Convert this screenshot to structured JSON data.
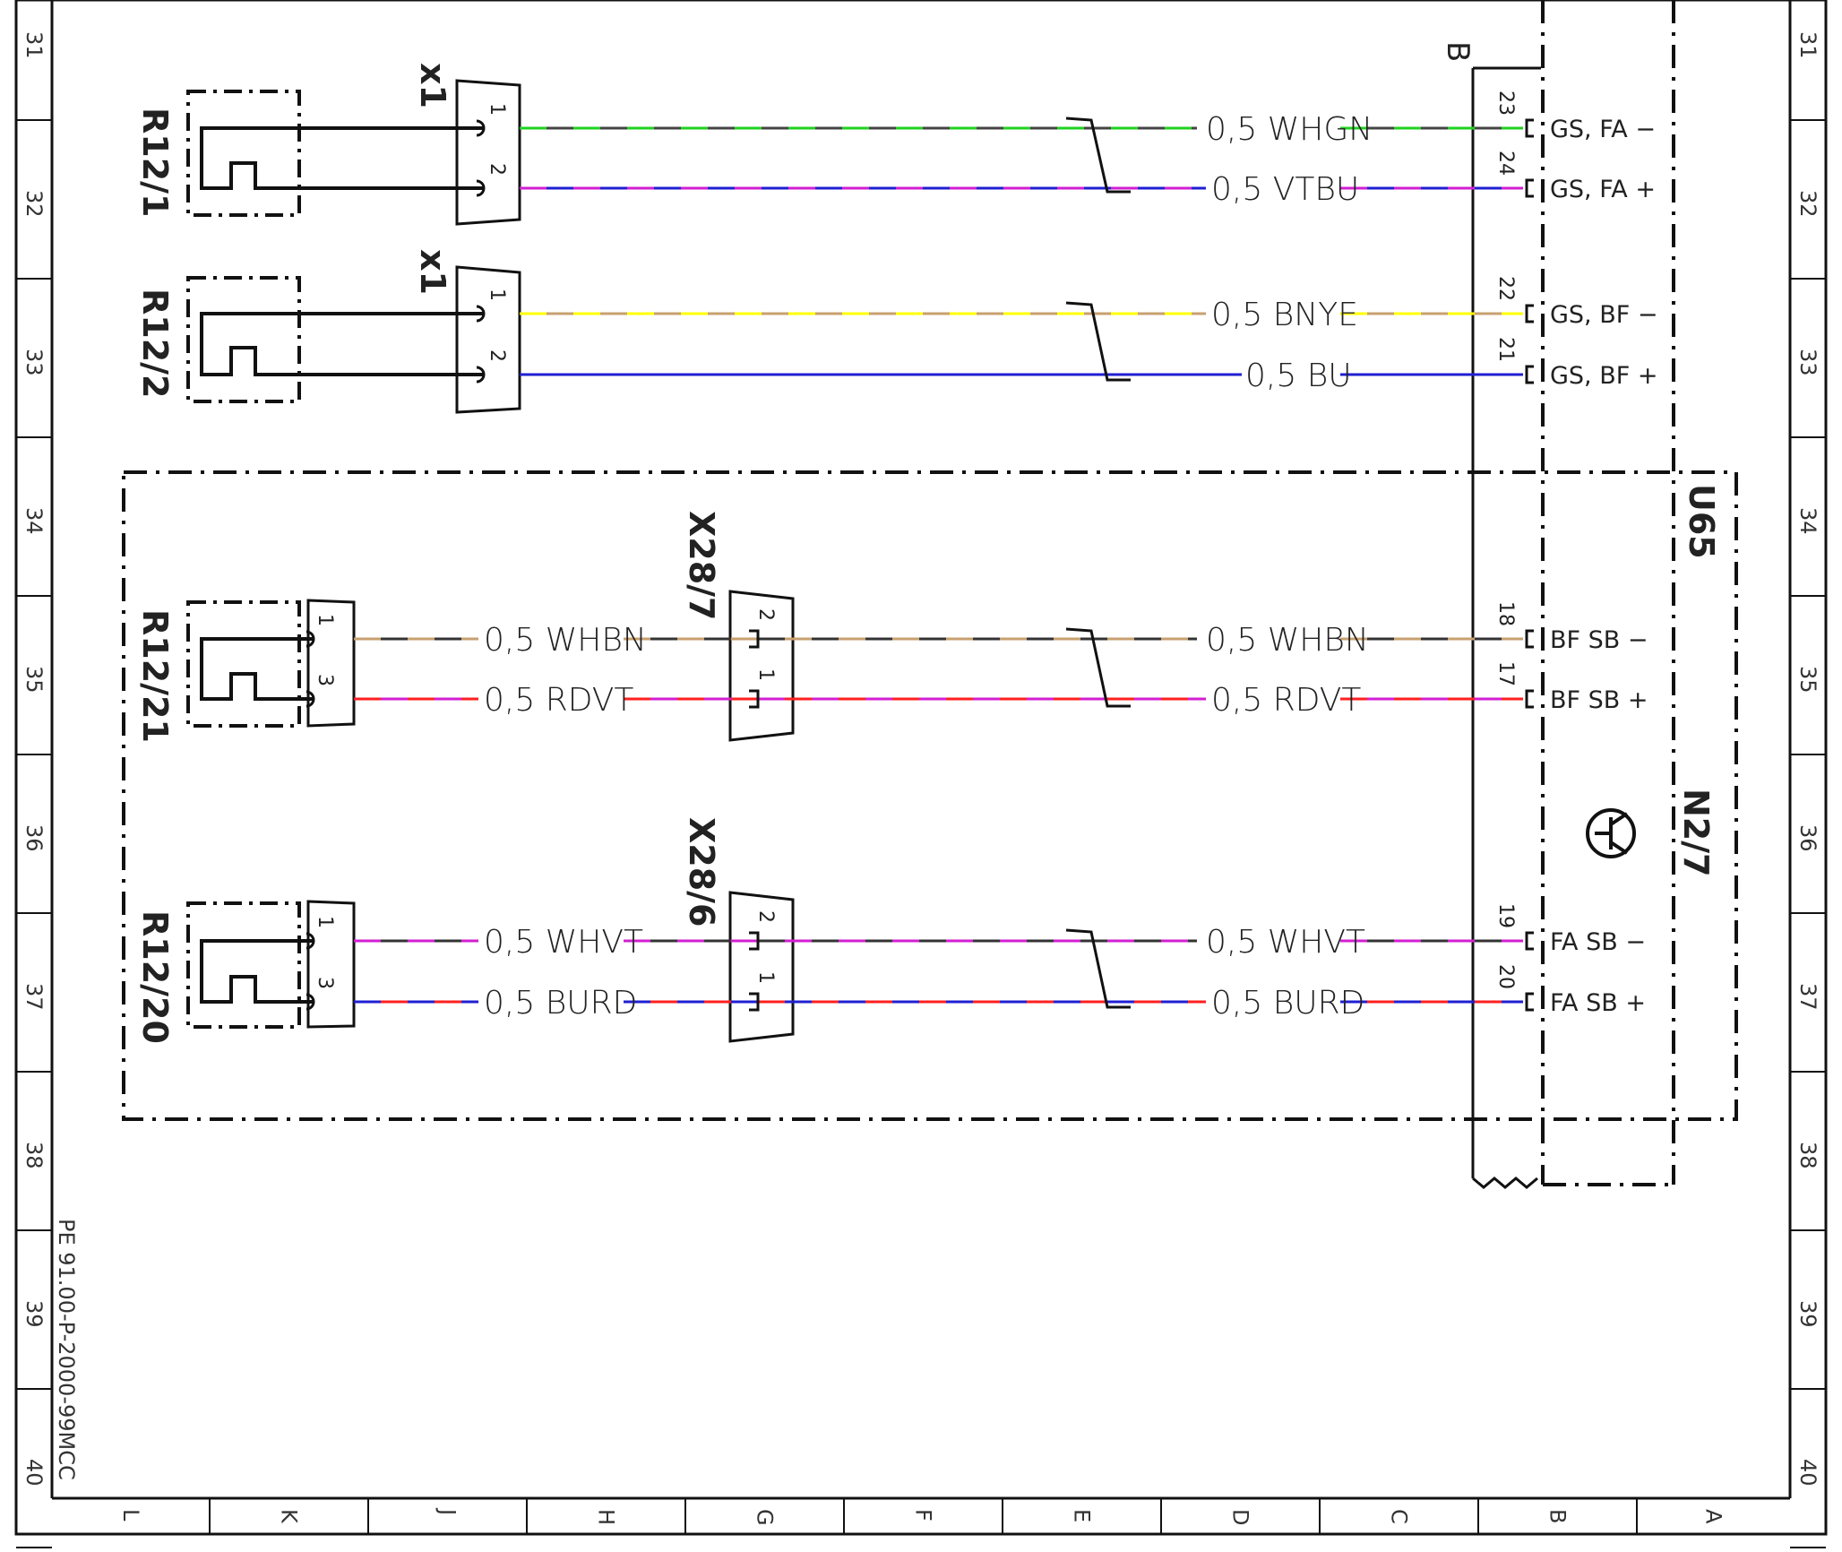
{
  "grid": {
    "rows": [
      "31",
      "32",
      "33",
      "34",
      "35",
      "36",
      "37",
      "38",
      "39",
      "40"
    ],
    "columns": [
      "L",
      "K",
      "J",
      "H",
      "G",
      "F",
      "E",
      "D",
      "C",
      "B",
      "A"
    ]
  },
  "doc_ref": "PE 91.00-P-2000-99MCC",
  "components": {
    "r12_1": "R12/1",
    "r12_2": "R12/2",
    "r12_21": "R12/21",
    "r12_20": "R12/20",
    "x1_a": "x1",
    "x1_b": "x1",
    "x28_7": "X28/7",
    "x28_6": "X28/6",
    "u65": "U65",
    "n2_7": "N2/7",
    "b_label": "B"
  },
  "wires": [
    {
      "id": "w1",
      "label": "0,5  WHGN",
      "colors": [
        "#1fd21f",
        "#444444"
      ],
      "conn_pin": "1",
      "ecu_pin": "23",
      "ecu_label": "GS, FA −"
    },
    {
      "id": "w2",
      "label": "0,5  VTBU",
      "colors": [
        "#d21fd2",
        "#1f1fd2"
      ],
      "conn_pin": "2",
      "ecu_pin": "24",
      "ecu_label": "GS, FA +"
    },
    {
      "id": "w3",
      "label": "0,5  BNYE",
      "colors": [
        "#ffff00",
        "#c8a070"
      ],
      "conn_pin": "1",
      "ecu_pin": "22",
      "ecu_label": "GS, BF −"
    },
    {
      "id": "w4",
      "label": "0,5  BU",
      "colors": [
        "#1f1fd2",
        "#1f1fd2"
      ],
      "conn_pin": "2",
      "ecu_pin": "21",
      "ecu_label": "GS, BF +"
    },
    {
      "id": "w5",
      "label": "0,5  WHBN",
      "colors": [
        "#c8a070",
        "#333333"
      ],
      "sensor_pin": "1",
      "x28_pin": "2",
      "ecu_pin": "18",
      "ecu_label": "BF SB −"
    },
    {
      "id": "w6",
      "label": "0,5  RDVT",
      "colors": [
        "#ff1f1f",
        "#d21fd2"
      ],
      "sensor_pin": "3",
      "x28_pin": "1",
      "ecu_pin": "17",
      "ecu_label": "BF SB +"
    },
    {
      "id": "w7",
      "label": "0,5  WHVT",
      "colors": [
        "#d21fd2",
        "#333333"
      ],
      "sensor_pin": "1",
      "x28_pin": "2",
      "ecu_pin": "19",
      "ecu_label": "FA SB −"
    },
    {
      "id": "w8",
      "label": "0,5  BURD",
      "colors": [
        "#1f1fd2",
        "#ff1f1f"
      ],
      "sensor_pin": "3",
      "x28_pin": "1",
      "ecu_pin": "20",
      "ecu_label": "FA SB +"
    }
  ]
}
